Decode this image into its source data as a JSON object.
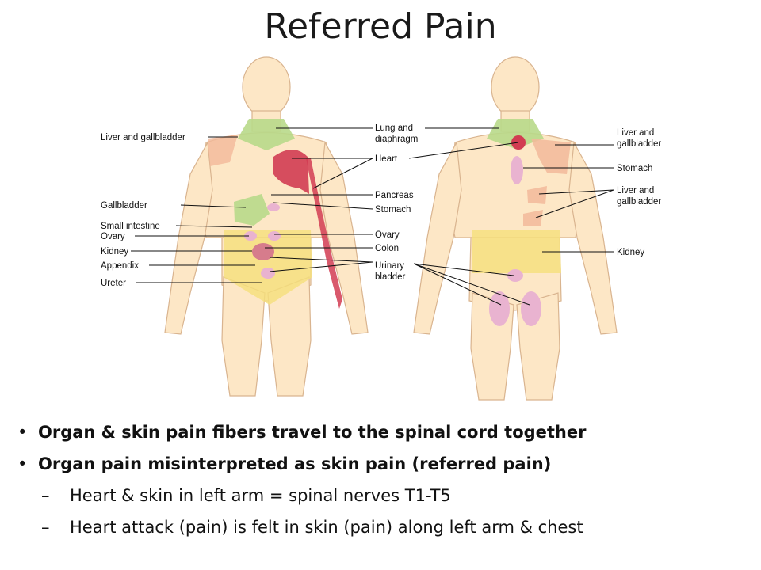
{
  "title": "Referred Pain",
  "figure": {
    "front_left_labels": [
      "Liver and gallbladder",
      "Gallbladder",
      "Small intestine",
      "Ovary",
      "Kidney",
      "Appendix",
      "Ureter"
    ],
    "center_labels": [
      "Lung and",
      "diaphragm",
      "Heart",
      "Pancreas",
      "Stomach",
      "Ovary",
      "Colon",
      "Urinary",
      "bladder"
    ],
    "back_right_labels": [
      "Liver and",
      "gallbladder",
      "Stomach",
      "Liver and",
      "gallbladder",
      "Kidney"
    ]
  },
  "bullets": [
    {
      "text": "Organ & skin pain fibers travel to the spinal cord together",
      "level": 1
    },
    {
      "text": "Organ pain misinterpreted as skin pain (referred pain)",
      "level": 1
    },
    {
      "text": "Heart & skin in left arm = spinal nerves T1-T5",
      "level": 2
    },
    {
      "text": "Heart attack (pain) is felt in skin (pain) along left arm & chest",
      "level": 2
    }
  ],
  "markers": {
    "level1": "•",
    "level2": "–"
  },
  "colors": {
    "skin": "#fde7c6",
    "outline": "#d9b48f",
    "yellow": "#f5e07a",
    "green": "#b8d98a",
    "red": "#d23c52",
    "pink": "#e9b3d0",
    "orange": "#f2b99a"
  }
}
